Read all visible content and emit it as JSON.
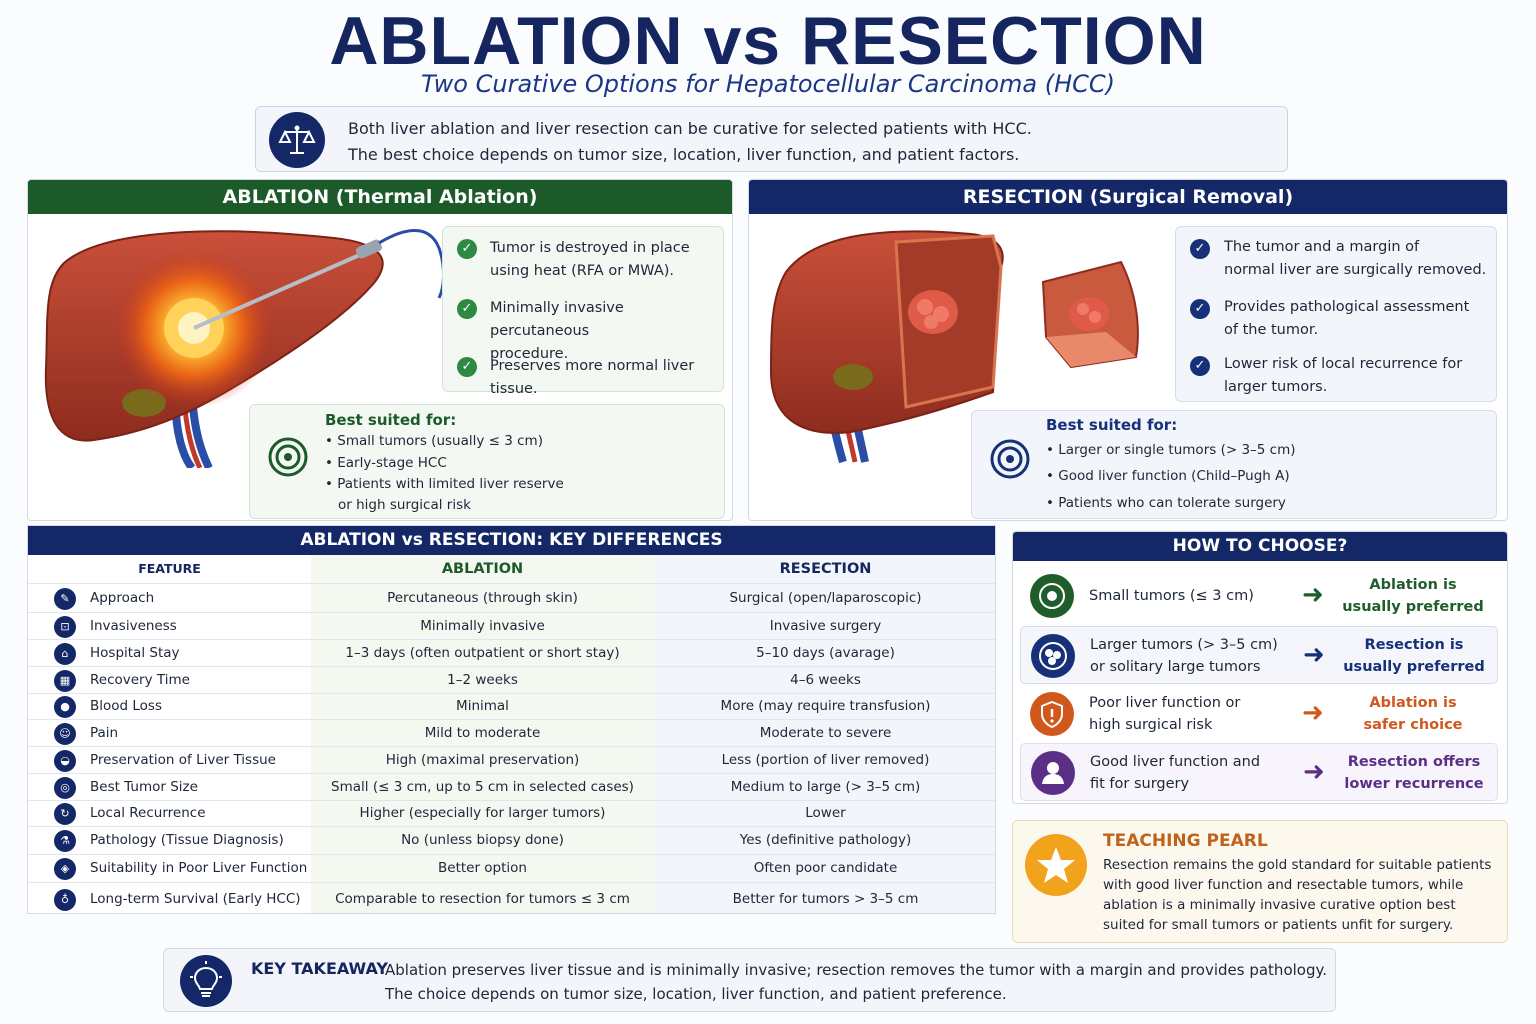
{
  "header": {
    "title": "ABLATION vs RESECTION",
    "subtitle": "Two Curative Options for Hepatocellular Carcinoma (HCC)"
  },
  "intro": {
    "line1": "Both liver ablation and liver resection can be curative for selected patients with HCC.",
    "line2": "The best choice depends on tumor size, location, liver function, and patient factors."
  },
  "ablation": {
    "heading": "ABLATION (Thermal Ablation)",
    "points": [
      [
        "Tumor is destroyed in place",
        "using heat (RFA or MWA)."
      ],
      [
        "Minimally invasive percutaneous",
        "procedure."
      ],
      [
        "Preserves more normal liver tissue."
      ]
    ],
    "best_title": "Best suited for:",
    "best_items": [
      "• Small tumors (usually ≤ 3 cm)",
      "• Early-stage HCC",
      "• Patients with limited liver reserve",
      "or high surgical risk"
    ]
  },
  "resection": {
    "heading": "RESECTION (Surgical Removal)",
    "points": [
      [
        "The tumor and a margin of",
        "normal liver are surgically removed."
      ],
      [
        "Provides pathological assessment",
        "of the tumor."
      ],
      [
        "Lower risk of local recurrence for",
        "larger tumors."
      ]
    ],
    "best_title": "Best suited for:",
    "best_items": [
      "• Larger or single tumors (> 3–5 cm)",
      "• Good liver function (Child–Pugh A)",
      "• Patients who can tolerate surgery"
    ]
  },
  "table": {
    "heading": "ABLATION vs RESECTION: KEY DIFFERENCES",
    "columns": [
      "FEATURE",
      "ABLATION",
      "RESECTION"
    ],
    "rows": [
      {
        "feature": "Approach",
        "ablation": "Percutaneous (through skin)",
        "resection": "Surgical (open/laparoscopic)"
      },
      {
        "feature": "Invasiveness",
        "ablation": "Minimally invasive",
        "resection": "Invasive surgery"
      },
      {
        "feature": "Hospital Stay",
        "ablation": "1–3 days (often outpatient or short stay)",
        "resection": "5–10 days (avarage)"
      },
      {
        "feature": "Recovery Time",
        "ablation": "1–2 weeks",
        "resection": "4–6 weeks"
      },
      {
        "feature": "Blood Loss",
        "ablation": "Minimal",
        "resection": "More (may require transfusion)"
      },
      {
        "feature": "Pain",
        "ablation": "Mild to moderate",
        "resection": "Moderate to severe"
      },
      {
        "feature": "Preservation of Liver Tissue",
        "ablation": "High (maximal preservation)",
        "resection": "Less (portion of liver removed)"
      },
      {
        "feature": "Best Tumor Size",
        "ablation": "Small (≤ 3 cm, up to 5 cm in selected cases)",
        "resection": "Medium to large (> 3–5 cm)"
      },
      {
        "feature": "Local Recurrence",
        "ablation": "Higher (especially for larger tumors)",
        "resection": "Lower"
      },
      {
        "feature": "Pathology (Tissue Diagnosis)",
        "ablation": "No (unless biopsy done)",
        "resection": "Yes (definitive pathology)"
      },
      {
        "feature": "Suitability in Poor Liver Function",
        "ablation": "Better option",
        "resection": "Often poor candidate"
      },
      {
        "feature": "Long-term Survival (Early HCC)",
        "ablation": "Comparable to resection for tumors ≤ 3 cm",
        "resection": "Better for tumors > 3–5 cm"
      }
    ]
  },
  "choose": {
    "heading": "HOW TO CHOOSE?",
    "rows": [
      {
        "cond": [
          "Small tumors (≤ 3 cm)"
        ],
        "result": [
          "Ablation is",
          "usually preferred"
        ],
        "color": "#1f5e2b"
      },
      {
        "cond": [
          "Larger tumors (> 3–5 cm)",
          "or solitary large tumors"
        ],
        "result": [
          "Resection is",
          "usually preferred"
        ],
        "color": "#17307a"
      },
      {
        "cond": [
          "Poor liver function or",
          "high surgical risk"
        ],
        "result": [
          "Ablation is",
          "safer choice"
        ],
        "color": "#d0581c"
      },
      {
        "cond": [
          "Good liver function and",
          "fit for surgery"
        ],
        "result": [
          "Resection offers",
          "lower recurrence"
        ],
        "color": "#5b2f86"
      }
    ]
  },
  "pearl": {
    "title": "TEACHING PEARL",
    "text": "Resection remains the gold standard for suitable patients with good liver function and resectable tumors, while ablation is a minimally invasive curative option best suited for small tumors or patients unfit for surgery."
  },
  "takeaway": {
    "title": "KEY TAKEAWAY",
    "line1": "Ablation preserves liver tissue and is minimally invasive; resection removes the tumor with a margin and provides pathology.",
    "line2": "The choice depends on tumor size, location, liver function, and patient preference."
  },
  "colors": {
    "navy": "#142868",
    "green": "#1d5a2a",
    "check_green": "#2e8a42",
    "orange": "#d0581c",
    "purple": "#5b2f86",
    "gold": "#f2a31c"
  },
  "icons": {
    "intro": "scales-icon",
    "target": "target-icon",
    "pearl": "star-icon",
    "takeaway": "lightbulb-icon"
  }
}
